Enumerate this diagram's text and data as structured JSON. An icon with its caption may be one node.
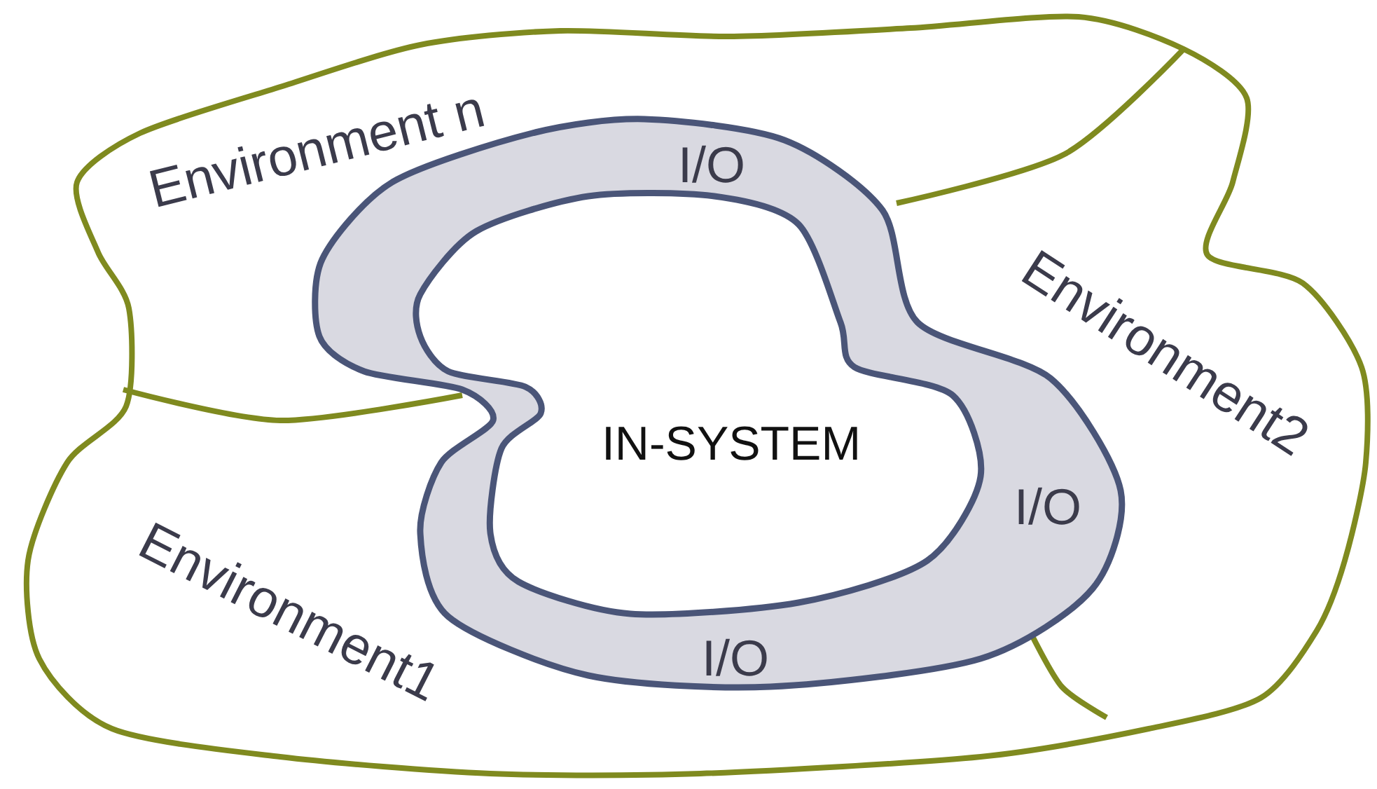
{
  "diagram": {
    "nodes": [
      {
        "text": [
          "Environment n"
        ]
      },
      {
        "text": [
          "Environment2"
        ]
      },
      {
        "text": [
          "Environment1"
        ]
      },
      {
        "text": [
          "I/O",
          "I/O",
          "I/O"
        ]
      },
      {
        "text": [
          "IN-SYSTEM"
        ],
        "in": 3
      }
    ]
  }
}
